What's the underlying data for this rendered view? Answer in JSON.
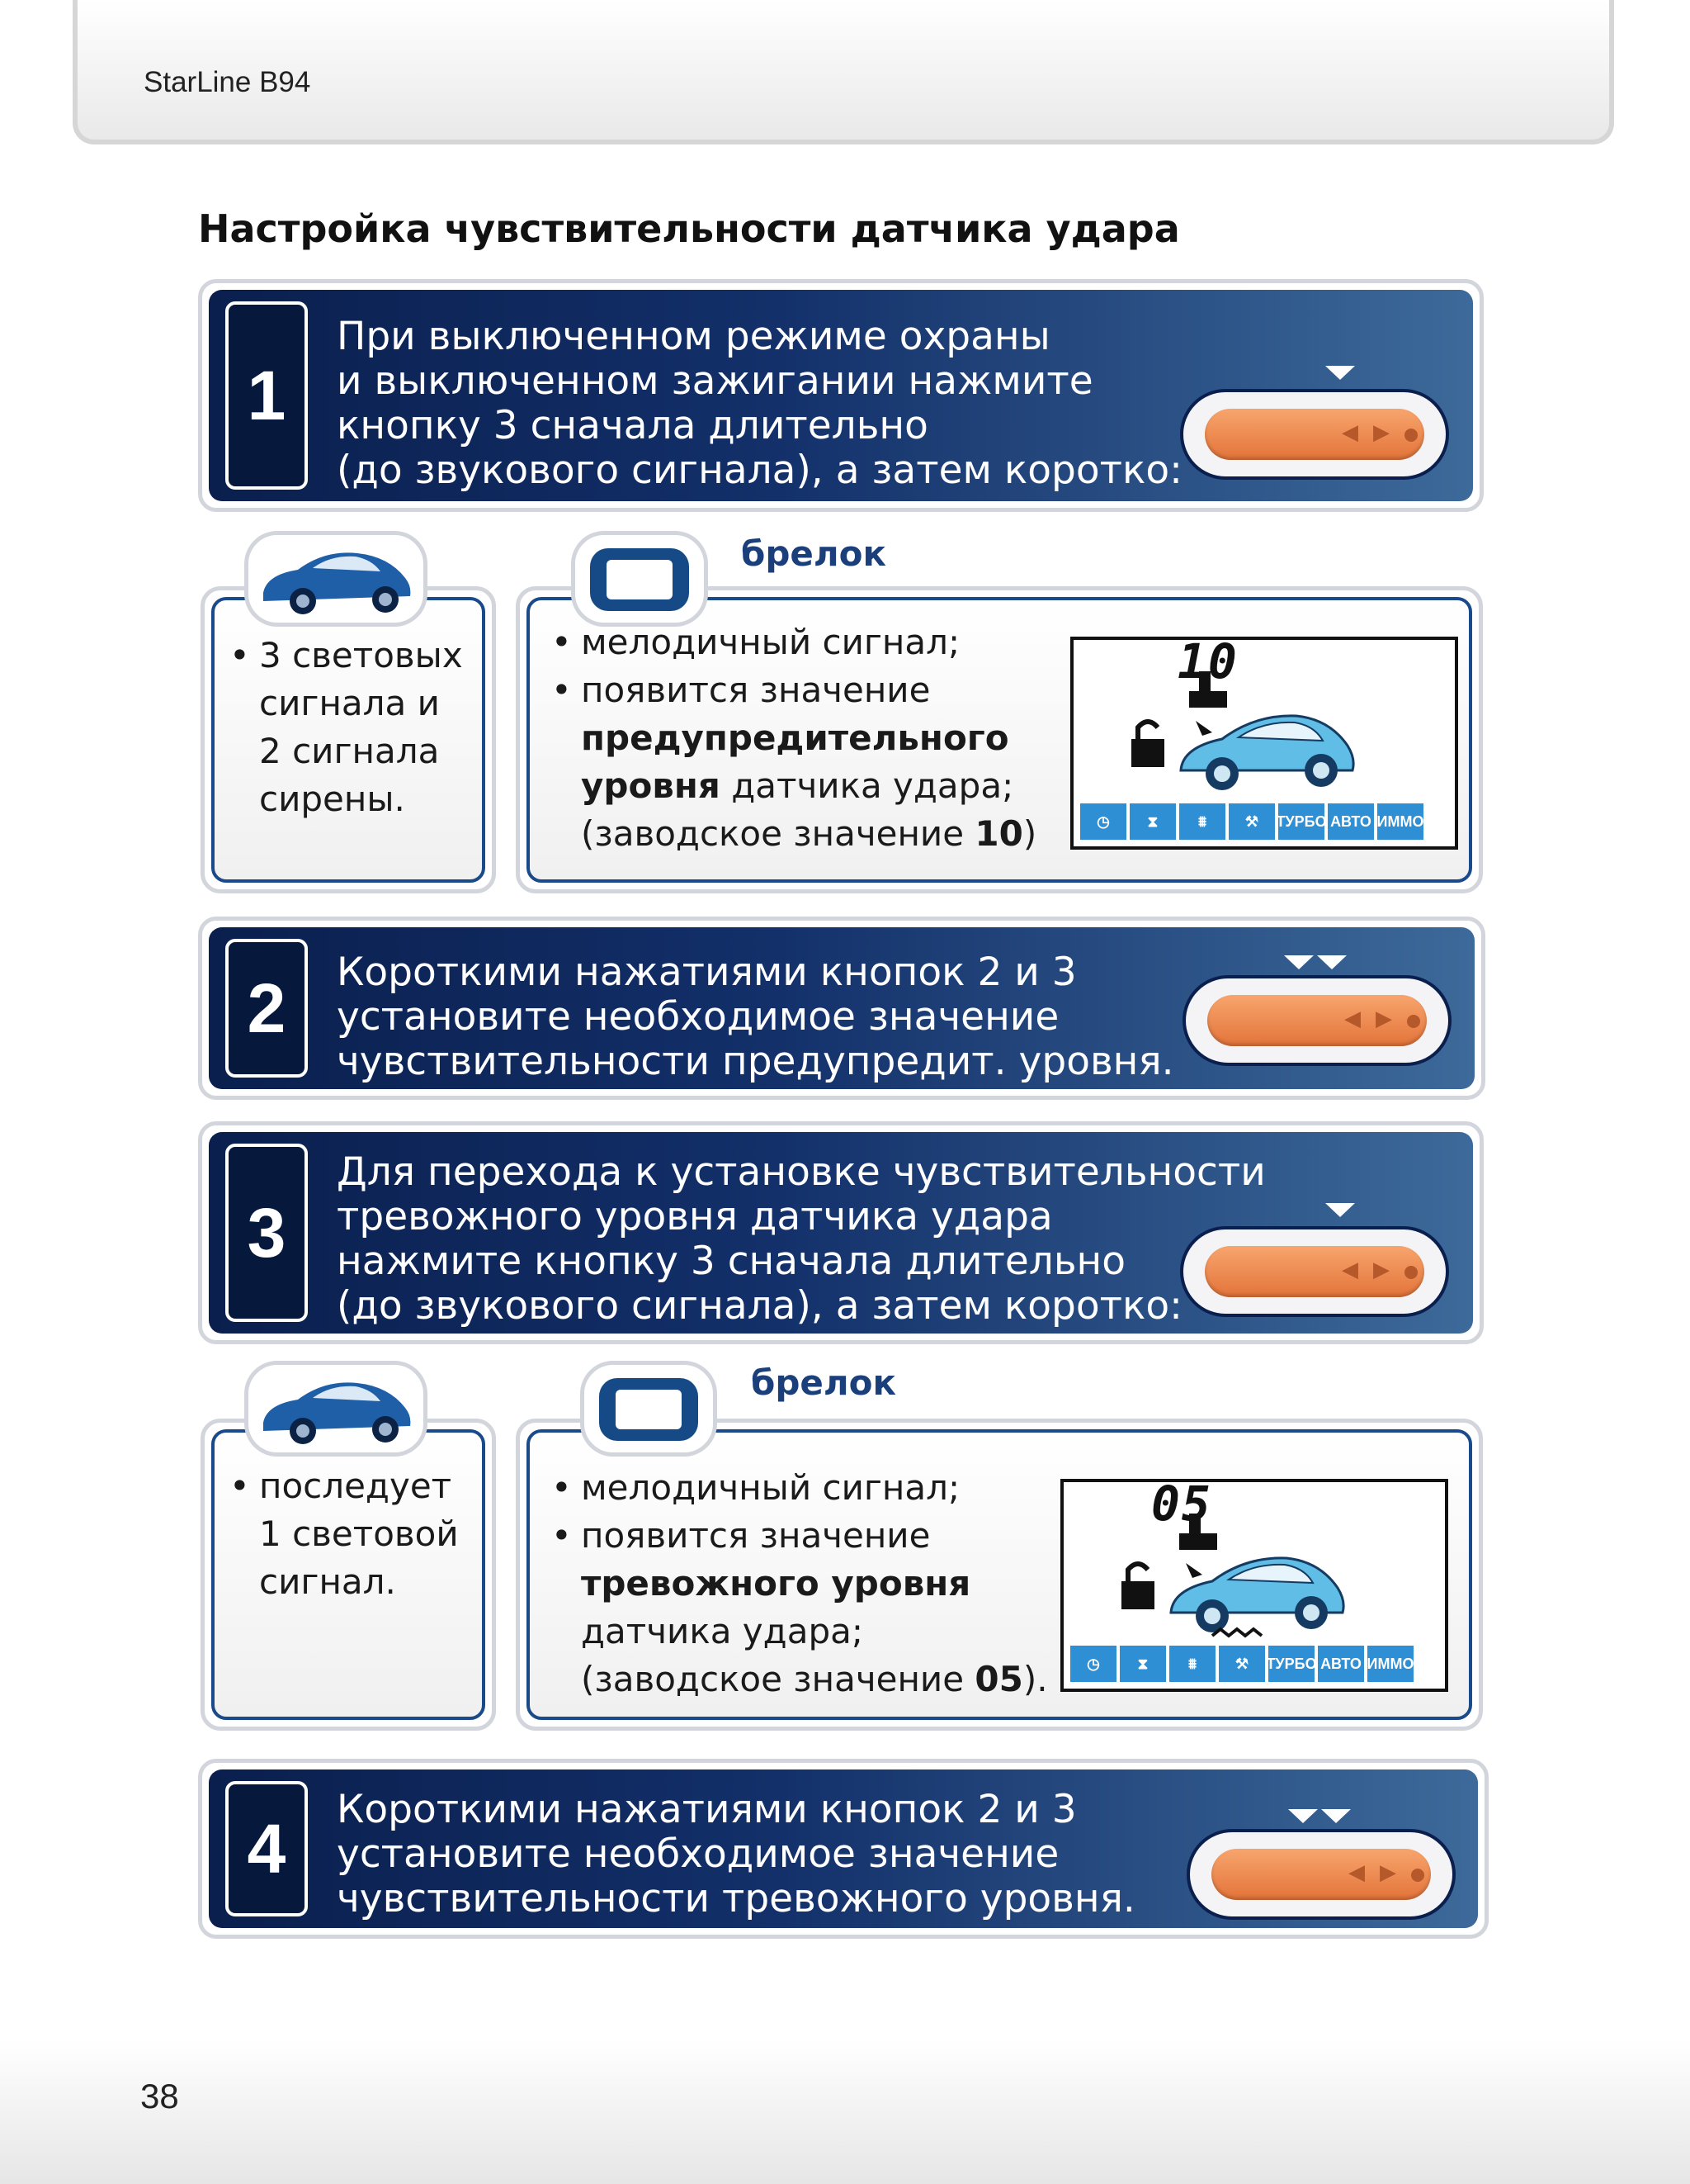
{
  "header": {
    "title": "StarLine B94"
  },
  "section_title": "Настройка чувствительности датчика удара",
  "steps": [
    {
      "number": "1",
      "text": "При выключенном режиме охраны\nи выключенном зажигании нажмите\nкнопку 3 сначала длительно\n(до звукового сигнала), а затем коротко:"
    },
    {
      "number": "2",
      "text": "Короткими нажатиями кнопок 2 и 3\nустановите необходимое значение\nчувствительности предупредит. уровня."
    },
    {
      "number": "3",
      "text": "Для перехода к установке чувствительности\nтревожного уровня датчика удара\nнажмите кнопку 3 сначала длительно\n(до звукового сигнала), а затем коротко:"
    },
    {
      "number": "4",
      "text": "Короткими нажатиями кнопок 2 и 3\nустановите необходимое значение\nчувствительности тревожного уровня."
    }
  ],
  "panels": [
    {
      "car_text": [
        "3 световых",
        "сигнала и",
        "2 сигнала",
        "сирены."
      ],
      "fob_label": "брелок",
      "fob_items": {
        "item1": "мелодичный сигнал;",
        "item2": "появится значение",
        "bold1": "предупредительного",
        "bold2": "уровня",
        "rest2": " датчика удара;",
        "factory_prefix": "(заводское значение ",
        "factory_value": "10",
        "factory_suffix": ")"
      },
      "lcd_value": "10"
    },
    {
      "car_text": [
        "последует",
        "1 световой",
        "сигнал."
      ],
      "fob_label": "брелок",
      "fob_items": {
        "item1": "мелодичный сигнал;",
        "item2": "появится значение",
        "bold1": "тревожного уровня",
        "line4": "датчика удара;",
        "factory_prefix": "(заводское значение ",
        "factory_value": "05",
        "factory_suffix": ")."
      },
      "lcd_value": "05"
    }
  ],
  "lcd_icons": [
    "clock-icon",
    "hourglass-icon",
    "sensor-icon",
    "wrench-icon",
    "ТУРБО",
    "АВТО",
    "ИММО"
  ],
  "page_number": "38",
  "colors": {
    "banner_dark": "#0a1f4e",
    "banner_light": "#3d6a9a",
    "remote_orange": "#e3743a",
    "lcd_blue": "#2f8fd4"
  }
}
